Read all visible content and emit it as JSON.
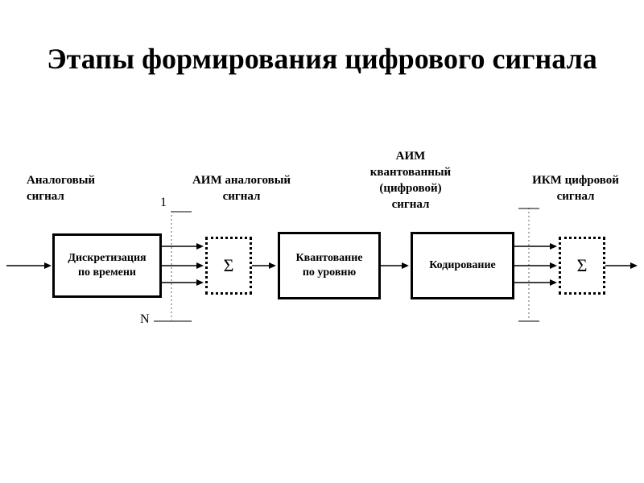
{
  "slide": {
    "title": "Этапы формирования цифрового сигнала"
  },
  "diagram": {
    "signal_labels": {
      "analog": "Аналоговый\nсигнал",
      "aim_analog": "АИМ аналоговый\nсигнал",
      "aim_quantized": "АИМ\nквантованный\n(цифровой)\nсигнал",
      "ikm_digital": "ИКМ цифровой\nсигнал"
    },
    "blocks": {
      "sampling": "Дискретизация\nпо времени",
      "sum_left": "Σ",
      "quantization": "Квантование\nпо уровню",
      "coding": "Кодирование",
      "sum_right": "Σ"
    },
    "channel_markers": {
      "first": "1",
      "last": "N"
    }
  }
}
